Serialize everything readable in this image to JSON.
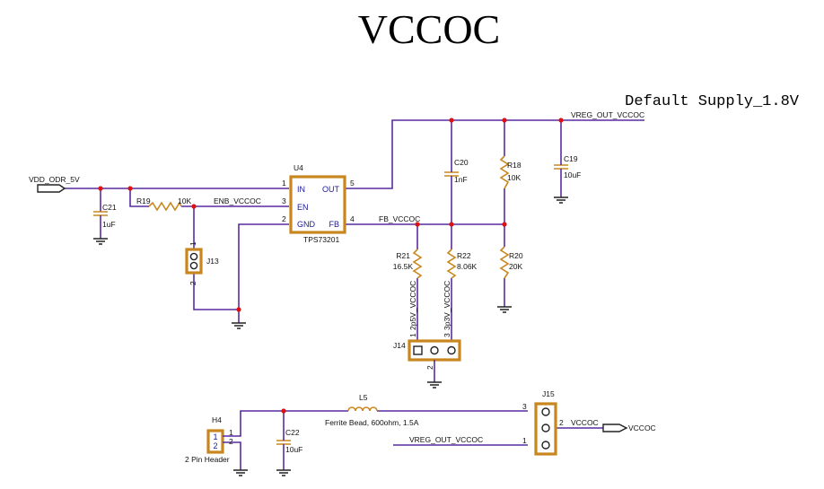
{
  "title": "VCCOC",
  "subtitle": "Default Supply_1.8V",
  "nets": {
    "vdd_odr": "VDD_ODR_5V",
    "enb": "ENB_VCCOC",
    "fb": "FB_VCCOC",
    "vreg_top": "VREG_OUT_VCCOC",
    "vreg_bottom": "VREG_OUT_VCCOC",
    "vccoc_net": "VCCOC",
    "vccoc_port": "VCCOC",
    "p2v5": "2p5V_VCCOC",
    "p3v3": "3p3V_VCCOC"
  },
  "regulator": {
    "ref": "U4",
    "part": "TPS73201",
    "pins": {
      "in": "IN",
      "en": "EN",
      "gnd": "GND",
      "out": "OUT",
      "fb": "FB"
    },
    "pin_numbers": {
      "in": "1",
      "en": "3",
      "gnd": "2",
      "out": "5",
      "fb": "4"
    }
  },
  "components": {
    "C21": {
      "ref": "C21",
      "value": "1uF"
    },
    "R19": {
      "ref": "R19",
      "value": "10K"
    },
    "J13": {
      "ref": "J13",
      "pin1": "1",
      "pin2": "2"
    },
    "C20": {
      "ref": "C20",
      "value": "1nF"
    },
    "R18": {
      "ref": "R18",
      "value": "10K"
    },
    "C19": {
      "ref": "C19",
      "value": "10uF"
    },
    "R21": {
      "ref": "R21",
      "value": "16.5K"
    },
    "R22": {
      "ref": "R22",
      "value": "8.06K"
    },
    "R20": {
      "ref": "R20",
      "value": "20K"
    },
    "J14": {
      "ref": "J14",
      "pin1": "1",
      "pin2": "2",
      "pin3": "3"
    },
    "L5": {
      "ref": "L5",
      "value": "Ferrite Bead, 600ohm, 1.5A"
    },
    "H4": {
      "ref": "H4",
      "value": "2 Pin Header",
      "pin1": "1",
      "pin2": "2",
      "ext1": "1",
      "ext2": "2"
    },
    "C22": {
      "ref": "C22",
      "value": "10uF"
    },
    "J15": {
      "ref": "J15",
      "pin1": "1",
      "pin2": "2",
      "pin3": "3"
    }
  },
  "colors": {
    "wire": "#5a2ca0",
    "component": "#c8871e",
    "junction": "#dd1111",
    "pin_label": "#1a1a9a"
  }
}
